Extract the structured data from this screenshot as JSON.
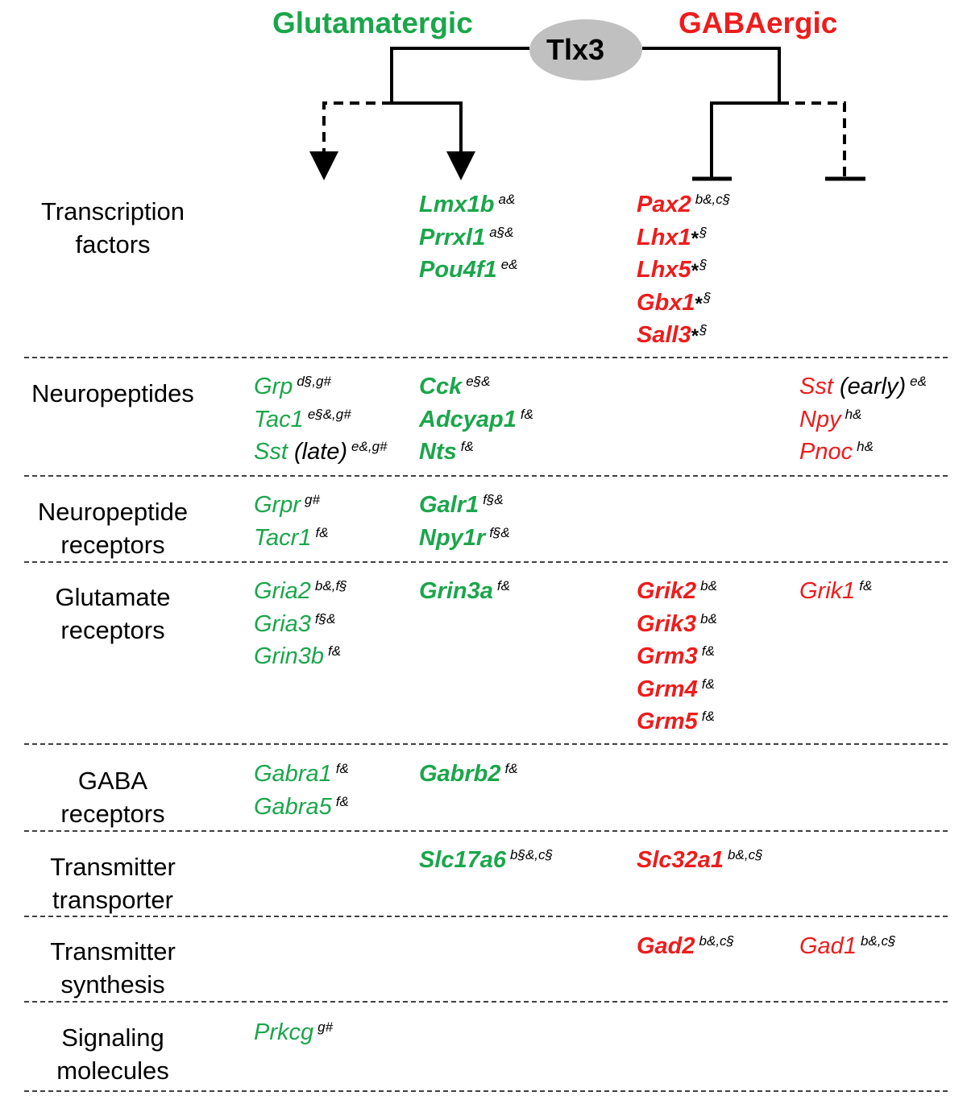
{
  "header": {
    "left_label": "Glutamatergic",
    "right_label": "GABAergic",
    "center_label": "Tlx3",
    "left_color": "#1aa64b",
    "right_color": "#ee1c1c",
    "ellipse_color": "#c0c0c0"
  },
  "rows": [
    {
      "category": "Transcription factors",
      "col2": [
        {
          "name": "Lmx1b",
          "sup": "a&"
        },
        {
          "name": "Prrxl1",
          "sup": "a§&"
        },
        {
          "name": "Pou4f1",
          "sup": "e&"
        }
      ],
      "col3": [
        {
          "name": "Pax2",
          "sup": "b&,c§"
        },
        {
          "name": "Lhx1",
          "star": "*",
          "sup": "§"
        },
        {
          "name": "Lhx5",
          "star": "*",
          "sup": "§"
        },
        {
          "name": "Gbx1",
          "star": "*",
          "sup": "§"
        },
        {
          "name": "Sall3",
          "star": "*",
          "sup": "§"
        }
      ]
    },
    {
      "category": "Neuropeptides",
      "col1": [
        {
          "name": "Grp",
          "sup": "d§,g#"
        },
        {
          "name": "Tac1",
          "sup": "e§&,g#"
        },
        {
          "name": "Sst",
          "qual": "(late)",
          "sup": "e&,g#"
        }
      ],
      "col2": [
        {
          "name": "Cck",
          "sup": "e§&"
        },
        {
          "name": "Adcyap1",
          "sup": "f&"
        },
        {
          "name": "Nts",
          "sup": "f&"
        }
      ],
      "col4": [
        {
          "name": "Sst",
          "qual": "(early)",
          "sup": "e&"
        },
        {
          "name": "Npy",
          "sup": "h&"
        },
        {
          "name": "Pnoc",
          "sup": "h&"
        }
      ]
    },
    {
      "category": "Neuropeptide receptors",
      "col1": [
        {
          "name": "Grpr",
          "sup": "g#"
        },
        {
          "name": "Tacr1",
          "sup": "f&"
        }
      ],
      "col2": [
        {
          "name": "Galr1",
          "sup": "f§&"
        },
        {
          "name": "Npy1r",
          "sup": "f§&"
        }
      ]
    },
    {
      "category": "Glutamate receptors",
      "col1": [
        {
          "name": "Gria2",
          "sup": "b&,f§"
        },
        {
          "name": "Gria3",
          "sup": "f§&"
        },
        {
          "name": "Grin3b",
          "sup": "f&"
        }
      ],
      "col2": [
        {
          "name": "Grin3a",
          "sup": "f&"
        }
      ],
      "col3": [
        {
          "name": "Grik2",
          "sup": "b&"
        },
        {
          "name": "Grik3",
          "sup": "b&"
        },
        {
          "name": "Grm3",
          "sup": "f&"
        },
        {
          "name": "Grm4",
          "sup": "f&"
        },
        {
          "name": "Grm5",
          "sup": "f&"
        }
      ],
      "col4": [
        {
          "name": "Grik1",
          "sup": "f&"
        }
      ]
    },
    {
      "category": "GABA receptors",
      "col1": [
        {
          "name": "Gabra1",
          "sup": "f&"
        },
        {
          "name": "Gabra5",
          "sup": "f&"
        }
      ],
      "col2": [
        {
          "name": "Gabrb2",
          "sup": "f&"
        }
      ]
    },
    {
      "category": "Transmitter transporter",
      "col2": [
        {
          "name": "Slc17a6",
          "sup": "b§&,c§"
        }
      ],
      "col3": [
        {
          "name": "Slc32a1",
          "sup": "b&,c§"
        }
      ]
    },
    {
      "category": "Transmitter synthesis",
      "col3": [
        {
          "name": "Gad2",
          "sup": "b&,c§"
        }
      ],
      "col4": [
        {
          "name": "Gad1",
          "sup": "b&,c§"
        }
      ]
    },
    {
      "category": "Signaling molecules",
      "col1": [
        {
          "name": "Prkcg",
          "sup": "g#"
        }
      ]
    }
  ]
}
